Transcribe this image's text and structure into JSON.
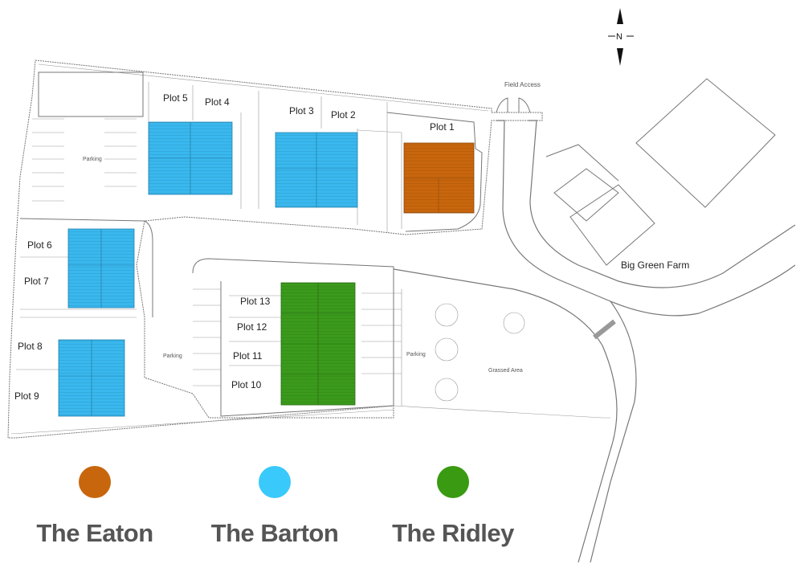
{
  "map": {
    "compass": {
      "label": "N"
    },
    "field_access": "Field Access",
    "farm": "Big Green Farm",
    "plots": {
      "plot1": "Plot 1",
      "plot2": "Plot 2",
      "plot3": "Plot 3",
      "plot4": "Plot 4",
      "plot5": "Plot 5",
      "plot6": "Plot 6",
      "plot7": "Plot 7",
      "plot8": "Plot 8",
      "plot9": "Plot 9",
      "plot10": "Plot 10",
      "plot11": "Plot 11",
      "plot12": "Plot 12",
      "plot13": "Plot 13"
    },
    "areas": {
      "parking": "Parking",
      "grassed_area": "Grassed Area"
    },
    "colors": {
      "eaton": "#c8660d",
      "barton": "#39b8ee",
      "ridley": "#3b9a1c"
    }
  },
  "legend": [
    {
      "name": "The Eaton",
      "color": "#c8660d"
    },
    {
      "name": "The Barton",
      "color": "#39b8ee"
    },
    {
      "name": "The Ridley",
      "color": "#3b9a1c"
    }
  ]
}
